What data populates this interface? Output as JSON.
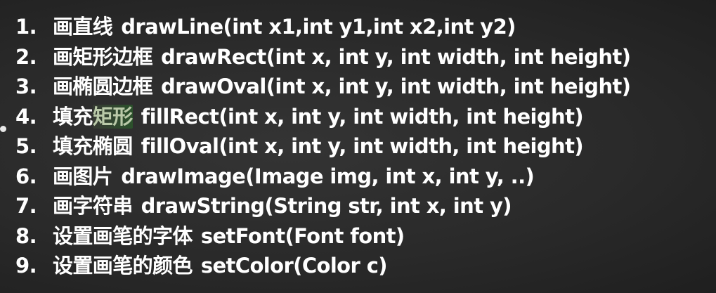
{
  "items": [
    {
      "number": "1.",
      "cn": "画直线",
      "method": "drawLine(int x1,int y1,int x2,int y2)"
    },
    {
      "number": "2.",
      "cn": "画矩形边框",
      "method": "drawRect(int x, int y, int width, int height)"
    },
    {
      "number": "3.",
      "cn": "画椭圆边框",
      "method": "drawOval(int x, int y, int width, int height)"
    },
    {
      "number": "4.",
      "cn_plain": "填充",
      "cn_highlight": "矩形",
      "method": "fillRect(int x, int y, int width, int height)"
    },
    {
      "number": "5.",
      "cn": "填充椭圆",
      "method": "fillOval(int x, int y, int width, int height)"
    },
    {
      "number": "6.",
      "cn": "画图片",
      "method": "drawImage(Image img, int x, int y, ..)"
    },
    {
      "number": "7.",
      "cn": "画字符串",
      "method": "drawString(String str, int x, int y)"
    },
    {
      "number": "8.",
      "cn": "设置画笔的字体",
      "method": "setFont(Font font)"
    },
    {
      "number": "9.",
      "cn": "设置画笔的颜色",
      "method": "setColor(Color c)"
    }
  ],
  "colors": {
    "background": "#2b2b2b",
    "text": "#ffffff",
    "highlight_text": "#b9c9a8",
    "highlight_bg": "#2e6e2e"
  }
}
